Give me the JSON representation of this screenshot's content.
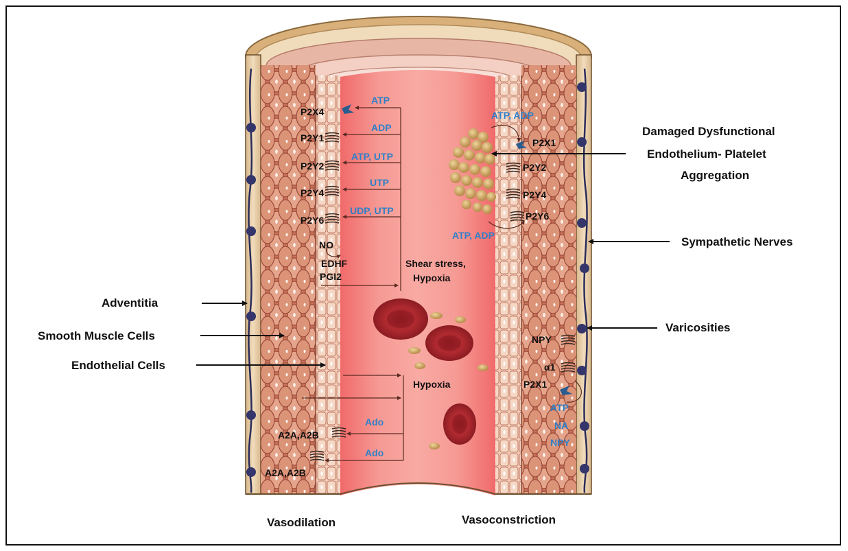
{
  "labels": {
    "damaged": [
      "Damaged Dysfunctional",
      "Endothelium- Platelet",
      "Aggregation"
    ],
    "sympathetic_nerves": "Sympathetic Nerves",
    "varicosities": "Varicosities",
    "adventitia": "Adventitia",
    "smooth_muscle_cells": "Smooth Muscle Cells",
    "endothelial_cells": "Endothelial Cells",
    "vasodilation": "Vasodilation",
    "vasoconstriction": "Vasoconstriction",
    "shear_stress": [
      "Shear stress,",
      "Hypoxia"
    ],
    "hypoxia": "Hypoxia"
  },
  "left_receptors": {
    "p2x4": "P2X4",
    "p2y1": "P2Y1",
    "p2y2": "P2Y2",
    "p2y4": "P2Y4",
    "p2y6": "P2Y6",
    "no": "NO",
    "edhf": "EDHF",
    "pgi2": "PGI2",
    "a2a_a2b_1": "A2A,A2B",
    "a2a_a2b_2": "A2A,A2B"
  },
  "left_agonists": {
    "atp": "ATP",
    "adp": "ADP",
    "atp_utp": "ATP, UTP",
    "utp": "UTP",
    "udp_utp": "UDP, UTP",
    "ado_1": "Ado",
    "ado_2": "Ado"
  },
  "right_receptors": {
    "p2x1_top": "P2X1",
    "p2y2": "P2Y2",
    "p2y4": "P2Y4",
    "p2y6": "P2Y6",
    "npy": "NPY",
    "alpha1": "α1",
    "p2x1_bottom": "P2X1"
  },
  "right_agonists": {
    "atp_adp_top": "ATP, ADP",
    "atp_adp_bottom": "ATP, ADP",
    "release": [
      "ATP",
      "NA",
      "NPY"
    ]
  },
  "colors": {
    "agonist_text": "#2f7fc8",
    "lumen": "#f28a86",
    "muscle": "#c9735a",
    "adventitia": "#e8cfa8",
    "nerve": "#2b2d5a",
    "rbc": "#a8242a",
    "platelet": "#d2ae6e"
  }
}
